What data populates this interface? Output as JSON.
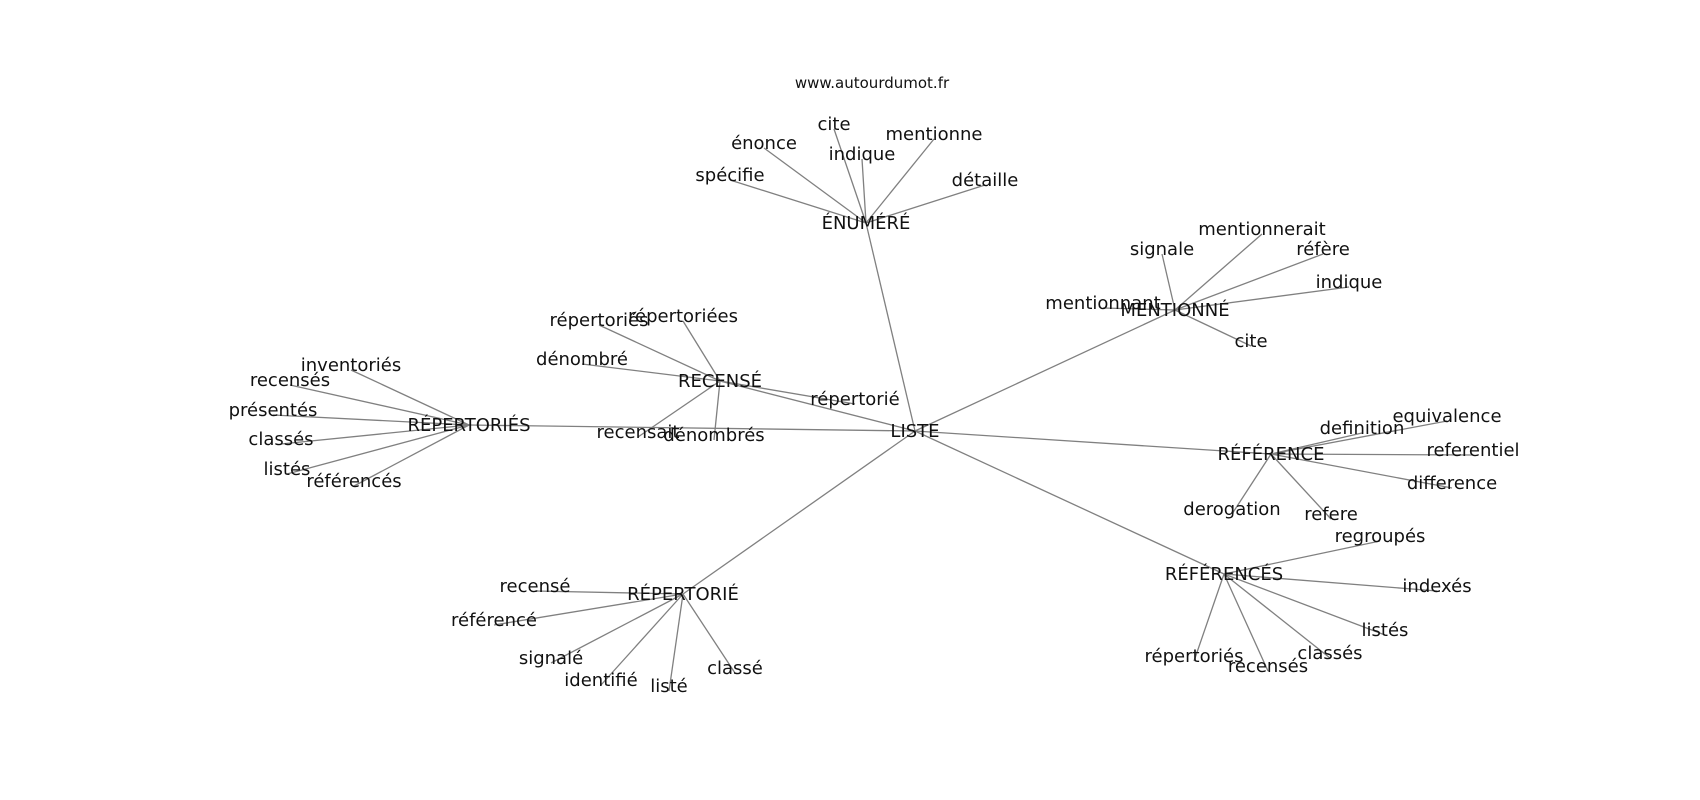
{
  "credit": "www.autourdumot.fr",
  "edge_color": "#808080",
  "root": "LISTE",
  "hubs": [
    {
      "label": "ÉNUMÉRÉ",
      "leaves": [
        "cite",
        "énonce",
        "indique",
        "mentionne",
        "spécifie",
        "détaille"
      ]
    },
    {
      "label": "MENTIONNÉ",
      "leaves": [
        "mentionnerait",
        "signale",
        "réfère",
        "indique",
        "mentionnant",
        "cite"
      ]
    },
    {
      "label": "RECENSÉ",
      "leaves": [
        "répertoriés",
        "répertoriées",
        "dénombré",
        "répertorié",
        "recensait",
        "dénombrés"
      ]
    },
    {
      "label": "RÉPERTORIÉS",
      "leaves": [
        "inventoriés",
        "recensés",
        "présentés",
        "classés",
        "listés",
        "référencés"
      ]
    },
    {
      "label": "RÉFÉRENCE",
      "leaves": [
        "definition",
        "equivalence",
        "referentiel",
        "difference",
        "derogation",
        "refere"
      ]
    },
    {
      "label": "RÉFÉRENCÉS",
      "leaves": [
        "regroupés",
        "indexés",
        "listés",
        "classés",
        "répertoriés",
        "recensés"
      ]
    },
    {
      "label": "RÉPERTORIÉ",
      "leaves": [
        "recensé",
        "référencé",
        "signalé",
        "identifié",
        "listé",
        "classé"
      ]
    }
  ]
}
